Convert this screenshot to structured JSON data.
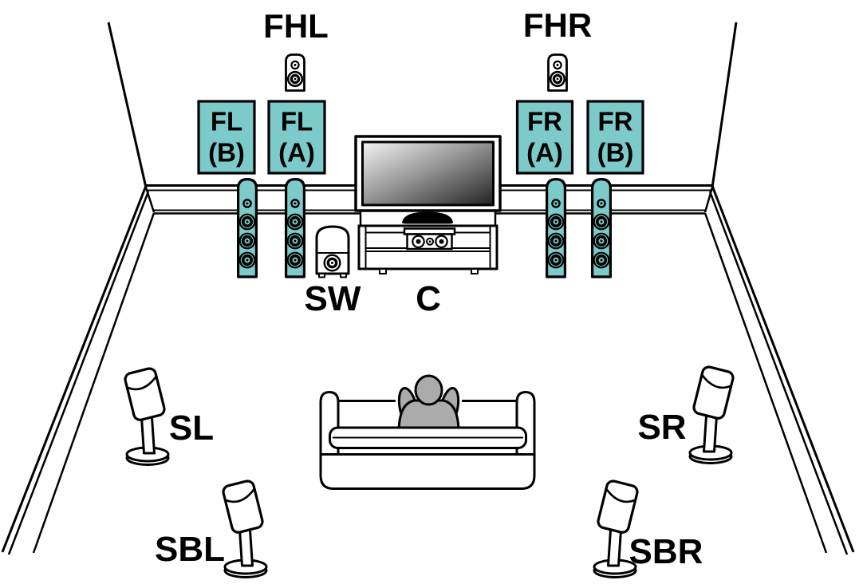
{
  "diagram_title": "",
  "colors": {
    "speaker_fill": "#7CCACA",
    "person_fill": "#ABABAB",
    "outline": "#000000",
    "background": "#FFFFFF"
  },
  "labels": {
    "fhl": "FHL",
    "fhr": "FHR",
    "sw": "SW",
    "c": "C",
    "sl": "SL",
    "sr": "SR",
    "sbl": "SBL",
    "sbr": "SBR"
  },
  "front_boxes": {
    "fl_b": {
      "line1": "FL",
      "line2": "(B)"
    },
    "fl_a": {
      "line1": "FL",
      "line2": "(A)"
    },
    "fr_a": {
      "line1": "FR",
      "line2": "(A)"
    },
    "fr_b": {
      "line1": "FR",
      "line2": "(B)"
    }
  },
  "icons": {
    "tower_speaker": "floor-standing-speaker-icon",
    "bookshelf_speaker": "height-speaker-icon",
    "subwoofer": "subwoofer-icon",
    "center_speaker": "center-speaker-icon",
    "tv": "tv-icon",
    "sofa": "sofa-icon",
    "listener": "person-icon",
    "stand_speaker": "surround-speaker-icon"
  }
}
